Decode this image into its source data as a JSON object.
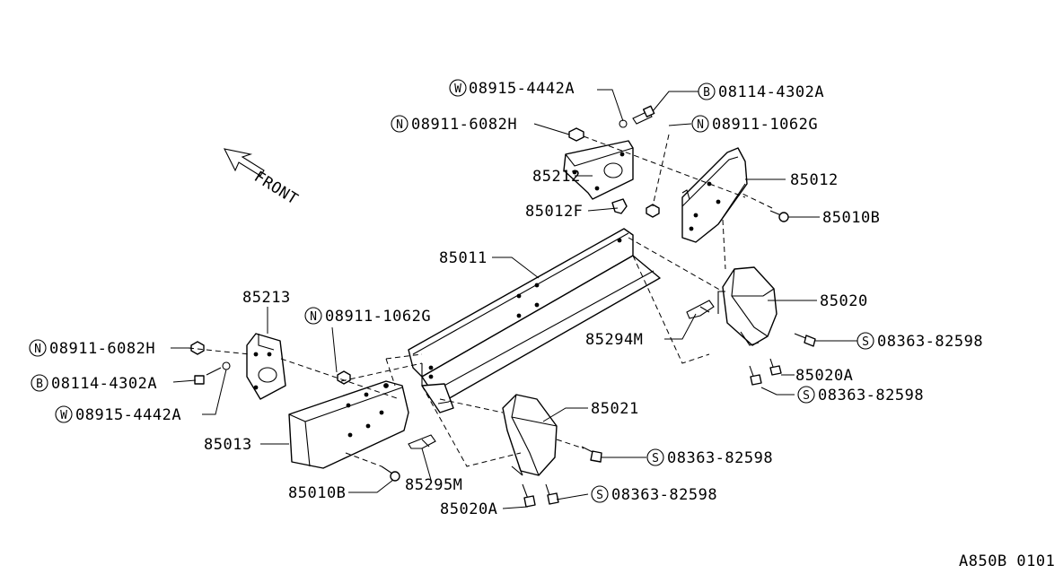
{
  "labels": {
    "w_08915_top": "08915-4442A",
    "b_08114_top": "08114-4302A",
    "n_08911_6082_top": "08911-6082H",
    "n_08911_1062_top": "08911-1062G",
    "p85212": "85212",
    "p85012": "85012",
    "p85012F": "85012F",
    "p85010B_right": "85010B",
    "p85011": "85011",
    "p85213": "85213",
    "n_08911_1062_left": "08911-1062G",
    "n_08911_6082_left": "08911-6082H",
    "b_08114_left": "08114-4302A",
    "w_08915_left": "08915-4442A",
    "p85020": "85020",
    "p85294M": "85294M",
    "s_08363_a": "08363-82598",
    "p85020A_right": "85020A",
    "s_08363_b": "08363-82598",
    "p85021": "85021",
    "p85013": "85013",
    "s_08363_c": "08363-82598",
    "p85295M": "85295M",
    "p85010B_left": "85010B",
    "s_08363_d": "08363-82598",
    "p85020A_left": "85020A",
    "front": "FRONT",
    "diagram_code": "A850B 0101"
  },
  "prefixes": {
    "washer": "W",
    "bolt": "B",
    "nut": "N",
    "screw": "S"
  }
}
